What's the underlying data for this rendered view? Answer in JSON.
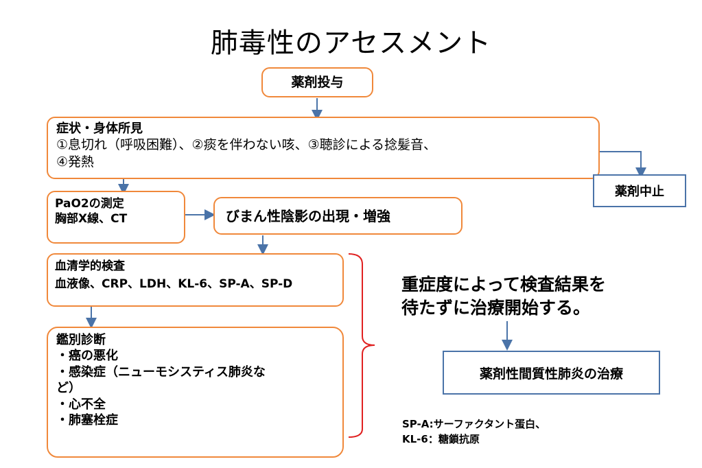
{
  "title": "肺毒性のアセスメント",
  "nodes": {
    "drug_admin": "薬剤投与",
    "symptoms": {
      "heading": "症状・身体所見",
      "line1": "①息切れ（呼吸困難）、②痰を伴わない咳、③聴診による捻髪音、",
      "line2": "④発熱"
    },
    "drug_stop": "薬剤中止",
    "pao2": {
      "line1": "PaO2の測定",
      "line2": "胸部X線、CT"
    },
    "diffuse_shadow": "びまん性陰影の出現・増強",
    "serology": {
      "heading": "血清学的検査",
      "line1": "血液像、CRP、LDH、KL-6、SP-A、SP-D"
    },
    "differential": {
      "heading": "鑑別診断",
      "item1": "・癌の悪化",
      "item2a": "・感染症（ニューモシスティス肺炎な",
      "item2b": "ど）",
      "item3": "・心不全",
      "item4": "・肺塞栓症"
    },
    "severity_note": {
      "line1": "重症度によって検査結果を",
      "line2": "待たずに治療開始する。"
    },
    "treatment": "薬剤性間質性肺炎の治療"
  },
  "footnote": {
    "line1": "SP-A:サーファクタント蛋白、",
    "line2": "KL-6：糖鎖抗原"
  },
  "colors": {
    "orange_border": "#f0883a",
    "blue_border": "#4a73a8",
    "arrow": "#4a73a8",
    "bracket": "#e02020"
  }
}
